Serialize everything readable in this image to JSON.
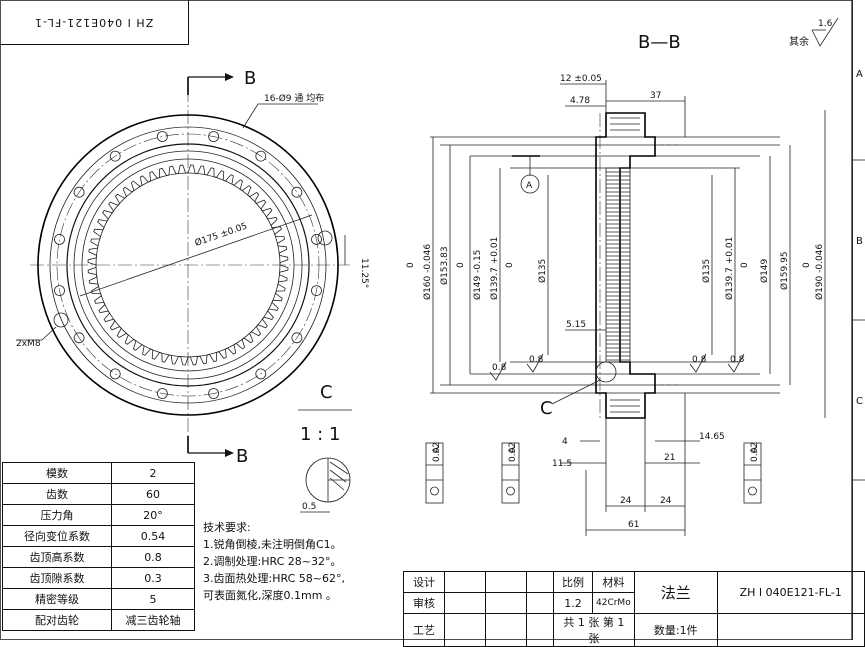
{
  "top_code": "ZH I 040E121-FL-1",
  "front_view": {
    "section_letter_top": "B",
    "section_letter_bottom": "B",
    "holes_note": "16-Ø9 通 均布",
    "pitch_diameter": "Ø175 ±0.05",
    "angle": "11.25°",
    "tapped_note": "2xM8"
  },
  "detail": {
    "letter": "C",
    "scale": "1 : 1",
    "chamfer": "0.5"
  },
  "section_view": {
    "title": "B—B",
    "roughness_note": "其余",
    "roughness_value": "1.6",
    "datum": "A",
    "detail_ref": "C",
    "dims": {
      "d12": "12 ±0.05",
      "d478": "4.78",
      "d37": "37",
      "d160": "Ø160 -0.046",
      "d160_upper": "0",
      "d15383": "Ø153.83",
      "d149": "Ø149 -0.15",
      "d149_upper": "0",
      "d1397_left": "Ø139.7 +0.01",
      "d1397_left_lower": "0",
      "d135_left": "Ø135",
      "d515": "5.15",
      "d135_right": "Ø135",
      "d1397_right": "Ø139.7 +0.01",
      "d1397_right_lower": "0",
      "d149_right": "Ø149",
      "d15995": "Ø159.95",
      "d190": "Ø190 -0.046",
      "d190_upper": "0",
      "d4": "4",
      "d115": "11.5",
      "d1465": "14.65",
      "d21": "21",
      "d24a": "24",
      "d24b": "24",
      "d61": "61",
      "rough08": "0.8"
    },
    "gdt_tolerance": "0.02",
    "gdt_datum": "A"
  },
  "gear_params": [
    {
      "key": "模数",
      "value": "2"
    },
    {
      "key": "齿数",
      "value": "60"
    },
    {
      "key": "压力角",
      "value": "20°"
    },
    {
      "key": "径向变位系数",
      "value": "0.54"
    },
    {
      "key": "齿顶高系数",
      "value": "0.8"
    },
    {
      "key": "齿顶隙系数",
      "value": "0.3"
    },
    {
      "key": "精密等级",
      "value": "5"
    },
    {
      "key": "配对齿轮",
      "value": "减三齿轮轴"
    }
  ],
  "tech_notes": {
    "title": "技术要求:",
    "items": [
      "1.锐角倒棱,未注明倒角C1。",
      "2.调制处理:HRC 28~32°。",
      "3.齿面热处理:HRC 58~62°,",
      "  可表面氮化,深度0.1mm 。"
    ]
  },
  "title_block": {
    "design": "设计",
    "review": "审核",
    "process": "工艺",
    "scale_label": "比例",
    "scale_value": "1.2",
    "material_label": "材料",
    "material_value": "42CrMo",
    "part_name": "法兰",
    "drawing_no": "ZH I 040E121-FL-1",
    "sheets": "共 1 张 第 1 张",
    "quantity": "数量:1件"
  },
  "zones": [
    "A",
    "B",
    "C"
  ]
}
